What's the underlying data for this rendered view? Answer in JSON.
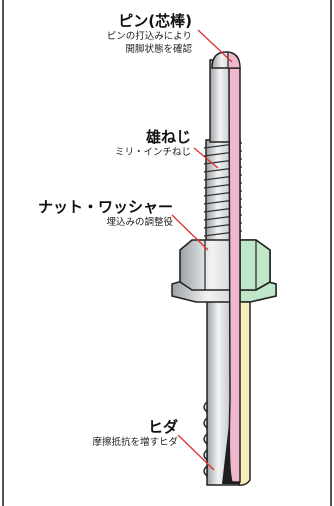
{
  "labels": {
    "pin": {
      "title": "ピン(芯棒)",
      "desc": [
        "ピンの打込みにより",
        "開脚状態を確認"
      ]
    },
    "male_thread": {
      "title": "雄ねじ",
      "desc": [
        "ミリ・インチねじ"
      ]
    },
    "nut_washer": {
      "title": "ナット・ワッシャー",
      "desc": [
        "埋込みの調整役"
      ]
    },
    "burr": {
      "title": "ヒダ",
      "desc": [
        "摩擦抵抗を増すヒダ"
      ]
    }
  },
  "colors": {
    "pin": "#f0b8cf",
    "washer": "#bfe6c8",
    "sleeve": "#f6efb8",
    "metal": "#d3d6d8",
    "leader": "#e03030",
    "border": "#555555"
  }
}
